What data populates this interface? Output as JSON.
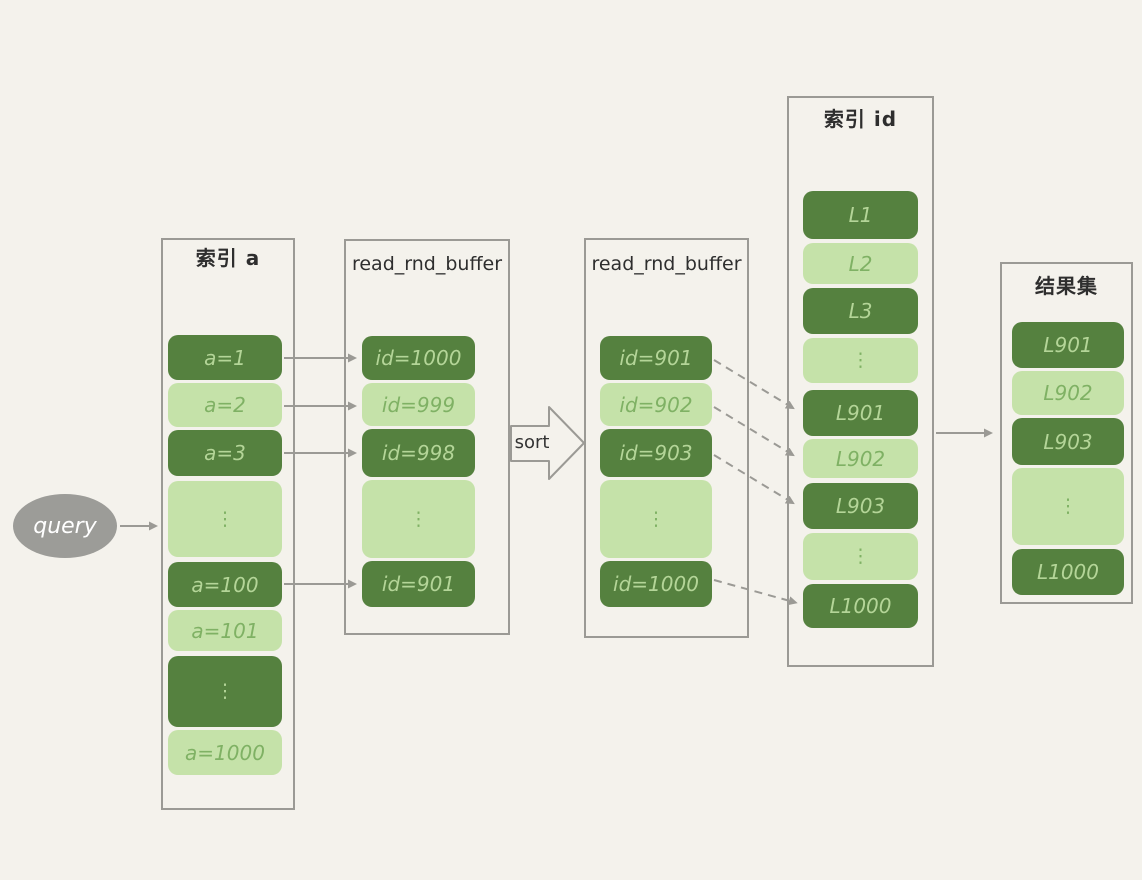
{
  "colors": {
    "background": "#f4f2ec",
    "frame_border": "#9b9a95",
    "dark_green_fill": "#55813f",
    "light_green_fill": "#c5e2a9",
    "text_on_dark": "#b4d598",
    "text_on_light": "#7fb164",
    "arrow_gray": "#9b9a95",
    "title_text": "#2e2e2e",
    "query_fill": "#9c9c98",
    "query_text": "#ffffff"
  },
  "query": {
    "label": "query"
  },
  "sort_label": "sort",
  "containers": {
    "index_a": {
      "title": "索引 a",
      "rows": [
        "a=1",
        "a=2",
        "a=3",
        "⋮",
        "a=100",
        "a=101",
        "⋮",
        "a=1000"
      ]
    },
    "buffer_unsorted": {
      "title": "read_rnd_buffer",
      "rows": [
        "id=1000",
        "id=999",
        "id=998",
        "⋮",
        "id=901"
      ]
    },
    "buffer_sorted": {
      "title": "read_rnd_buffer",
      "rows": [
        "id=901",
        "id=902",
        "id=903",
        "⋮",
        "id=1000"
      ]
    },
    "index_id": {
      "title": "索引 id",
      "rows": [
        "L1",
        "L2",
        "L3",
        "⋮",
        "L901",
        "L902",
        "L903",
        "⋮",
        "L1000"
      ]
    },
    "result_set": {
      "title": "结果集",
      "rows": [
        "L901",
        "L902",
        "L903",
        "⋮",
        "L1000"
      ]
    }
  }
}
